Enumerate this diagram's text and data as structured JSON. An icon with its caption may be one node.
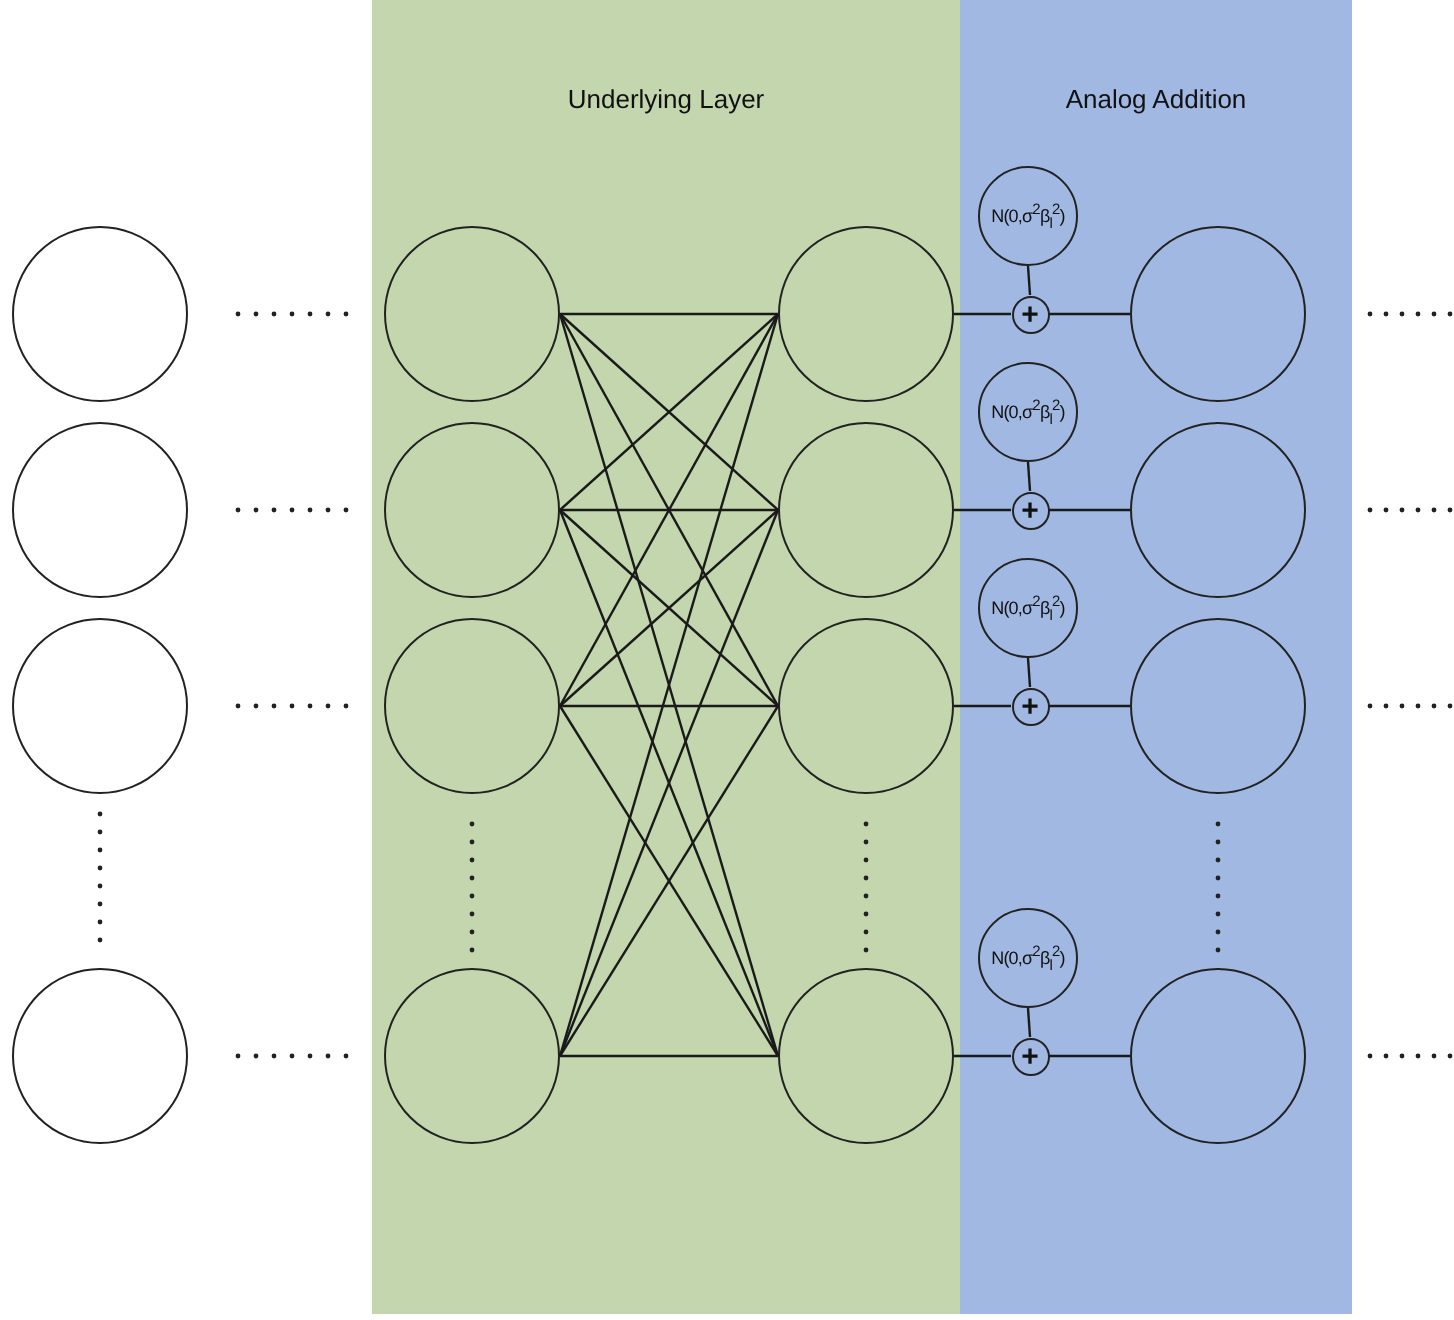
{
  "diagram": {
    "nodes": [
      {
        "text": [
          "Underlying Layer"
        ]
      },
      {
        "text": [
          "Analog Addition"
        ]
      },
      {
        "text": [],
        "shape": "circle"
      },
      {
        "text": [],
        "shape": "circle"
      },
      {
        "text": [],
        "shape": "circle"
      },
      {
        "text": [],
        "shape": "circle"
      },
      {
        "text": [],
        "shape": "circle",
        "in": 0
      },
      {
        "text": [],
        "shape": "circle",
        "in": 0
      },
      {
        "text": [],
        "shape": "circle",
        "in": 0
      },
      {
        "text": [],
        "shape": "circle",
        "in": 0
      },
      {
        "text": [],
        "shape": "circle",
        "in": 0
      },
      {
        "text": [],
        "shape": "circle",
        "in": 0
      },
      {
        "text": [],
        "shape": "circle",
        "in": 0
      },
      {
        "text": [],
        "shape": "circle",
        "in": 0
      },
      {
        "text": [
          "N(0,σ$^{2}$β$_{l}$$^{2}$)"
        ],
        "in": 1
      },
      {
        "text": [
          "N(0,σ$^{2}$β$_{l}$$^{2}$)"
        ],
        "in": 1
      },
      {
        "text": [
          "N(0,σ$^{2}$β$_{l}$$^{2}$)"
        ],
        "in": 1
      },
      {
        "text": [
          "N(0,σ$^{2}$β$_{l}$$^{2}$)"
        ],
        "in": 1
      },
      {
        "text": [
          "+"
        ],
        "in": 1
      },
      {
        "text": [
          "+"
        ],
        "in": 1
      },
      {
        "text": [
          "+"
        ],
        "in": 1
      },
      {
        "text": [
          "+"
        ],
        "in": 1
      },
      {
        "text": [],
        "shape": "circle",
        "in": 1
      },
      {
        "text": [],
        "shape": "circle",
        "in": 1
      },
      {
        "text": [],
        "shape": "circle",
        "in": 1
      },
      {
        "text": [],
        "shape": "circle",
        "in": 1
      }
    ],
    "edges": [
      {
        "from": 6,
        "to": 10,
        "arrow": "none"
      },
      {
        "from": 6,
        "to": 11,
        "arrow": "none"
      },
      {
        "from": 6,
        "to": 12,
        "arrow": "none"
      },
      {
        "from": 6,
        "to": 13,
        "arrow": "none"
      },
      {
        "from": 7,
        "to": 10,
        "arrow": "none"
      },
      {
        "from": 7,
        "to": 11,
        "arrow": "none"
      },
      {
        "from": 7,
        "to": 12,
        "arrow": "none"
      },
      {
        "from": 7,
        "to": 13,
        "arrow": "none"
      },
      {
        "from": 8,
        "to": 10,
        "arrow": "none"
      },
      {
        "from": 8,
        "to": 11,
        "arrow": "none"
      },
      {
        "from": 8,
        "to": 12,
        "arrow": "none"
      },
      {
        "from": 8,
        "to": 13,
        "arrow": "none"
      },
      {
        "from": 9,
        "to": 10,
        "arrow": "none"
      },
      {
        "from": 9,
        "to": 11,
        "arrow": "none"
      },
      {
        "from": 9,
        "to": 12,
        "arrow": "none"
      },
      {
        "from": 9,
        "to": 13,
        "arrow": "none"
      },
      {
        "from": 10,
        "to": 18,
        "arrow": "none"
      },
      {
        "from": 14,
        "to": 18,
        "arrow": "none"
      },
      {
        "from": 18,
        "to": 22,
        "arrow": "none"
      },
      {
        "from": 11,
        "to": 19,
        "arrow": "none"
      },
      {
        "from": 15,
        "to": 19,
        "arrow": "none"
      },
      {
        "from": 19,
        "to": 23,
        "arrow": "none"
      },
      {
        "from": 12,
        "to": 20,
        "arrow": "none"
      },
      {
        "from": 16,
        "to": 20,
        "arrow": "none"
      },
      {
        "from": 20,
        "to": 24,
        "arrow": "none"
      },
      {
        "from": 13,
        "to": 21,
        "arrow": "none"
      },
      {
        "from": 17,
        "to": 21,
        "arrow": "none"
      },
      {
        "from": 21,
        "to": 25,
        "arrow": "none"
      }
    ]
  }
}
